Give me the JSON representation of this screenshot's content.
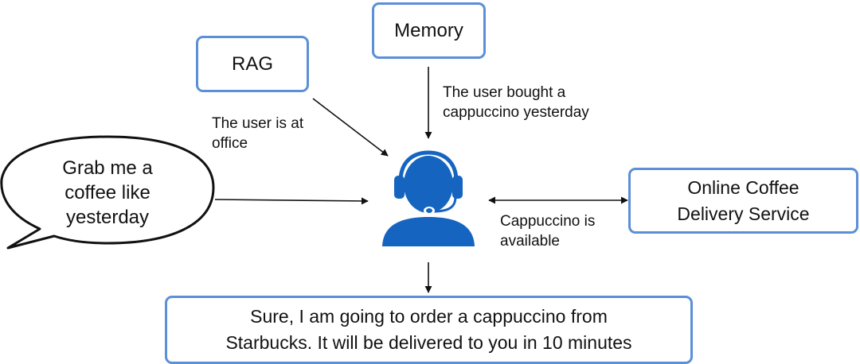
{
  "nodes": {
    "memory": "Memory",
    "rag": "RAG",
    "speech_lines": [
      "Grab me a",
      "coffee like",
      "yesterday"
    ],
    "delivery_lines": [
      "Online Coffee",
      "Delivery Service"
    ],
    "response_lines": [
      "Sure, I am going to order a cappuccino from",
      "Starbucks. It will be delivered to you in 10 minutes"
    ]
  },
  "edge_labels": {
    "memory_lines": [
      "The user bought a",
      "cappuccino yesterday"
    ],
    "rag_lines": [
      "The user is at",
      "office"
    ],
    "delivery_lines": [
      "Cappuccino is",
      "available"
    ]
  },
  "colors": {
    "box_border": "#5b8fd6",
    "agent_icon": "#1565c0",
    "arrow": "#111111"
  },
  "icons": {
    "agent": "customer-service-agent-headset-icon"
  }
}
